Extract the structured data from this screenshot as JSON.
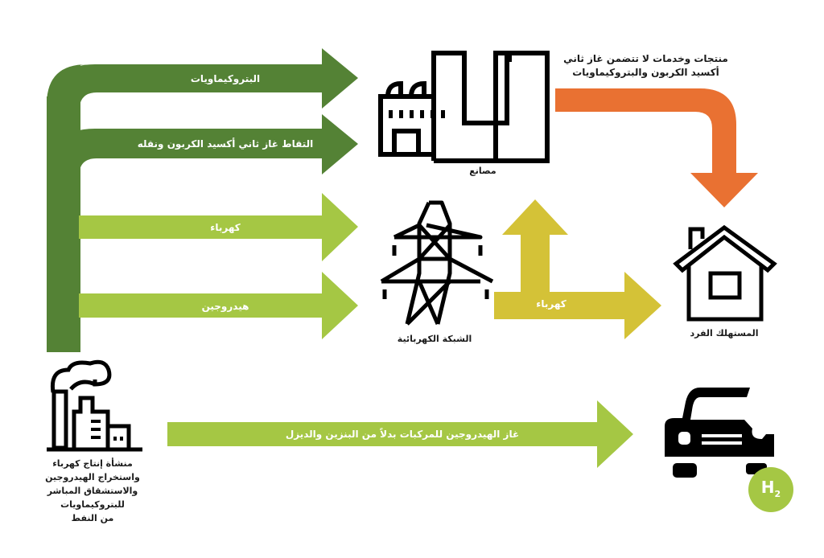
{
  "colors": {
    "dark_green": "#548235",
    "light_green": "#a5c744",
    "mustard": "#d4c237",
    "orange": "#e97132",
    "icon_black": "#000000",
    "h2_badge": "#a5c744"
  },
  "nodes": {
    "oil_facility": {
      "icon": "oil-facility-icon",
      "label_lines": [
        "منشأة إنتاج كهرباء",
        "واستخراج الهيدروجين",
        "والاستشقاق المباشر",
        "للبتروكيماويات",
        "من النفط"
      ]
    },
    "factories": {
      "icon": "factory-icon",
      "label": "مصانع"
    },
    "grid": {
      "icon": "power-tower-icon",
      "label": "الشبكة الكهربائية"
    },
    "consumer": {
      "icon": "house-icon",
      "label": "المستهلك الفرد"
    },
    "vehicle": {
      "icon": "car-icon",
      "badge": "H₂",
      "badge_main": "H",
      "badge_sub": "2"
    }
  },
  "flows": {
    "petrochemicals": "البتروكيماويات",
    "carbon_capture": "التقاط غاز ثاني أكسيد الكربون ونقله",
    "electricity": "كهرباء",
    "hydrogen": "هيدروجين",
    "grid_electricity": "كهرباء",
    "hydrogen_vehicles": "غاز الهيدروجين للمركبات بدلاً من البنزين والديزل",
    "products_line1": "منتجات وخدمات لا تتضمن غاز ثاني",
    "products_line2": "أكسيد الكربون والبتروكيماويات"
  }
}
